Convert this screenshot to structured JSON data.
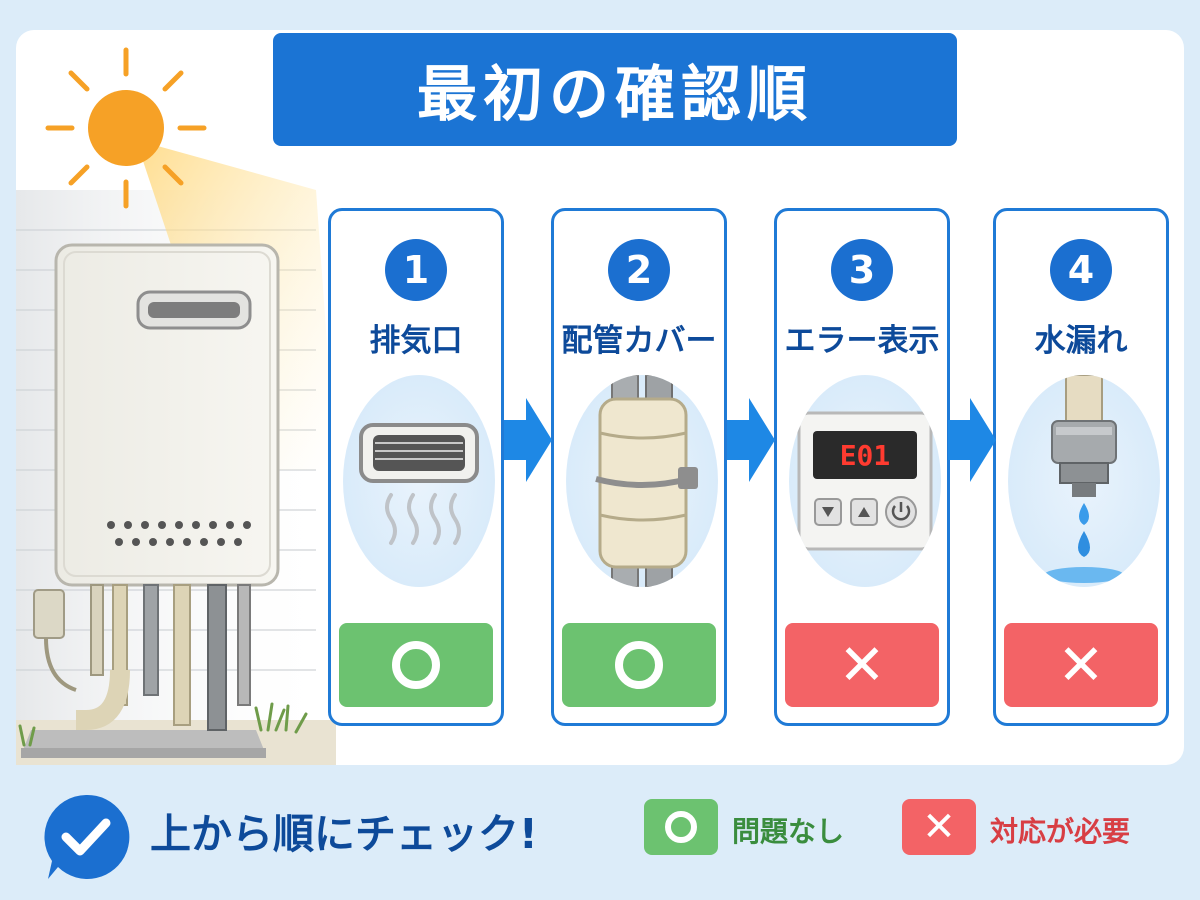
{
  "title": "最初の確認順",
  "steps": [
    {
      "number": "1",
      "label": "排気口",
      "status": "ok",
      "status_symbol": ""
    },
    {
      "number": "2",
      "label": "配管カバー",
      "status": "ok",
      "status_symbol": ""
    },
    {
      "number": "3",
      "label": "エラー表示",
      "status": "ng",
      "status_symbol": "✕",
      "display_code": "E01"
    },
    {
      "number": "4",
      "label": "水漏れ",
      "status": "ng",
      "status_symbol": "✕"
    }
  ],
  "footer": {
    "main_text": "上から順にチェック!",
    "legend_ok": "問題なし",
    "legend_ng_symbol": "✕",
    "legend_ng": "対応が必要"
  },
  "colors": {
    "primary_blue": "#1b74d4",
    "ok_green": "#6cc270",
    "ng_red": "#f36366",
    "background": "#dcecf9"
  },
  "icons": [
    "sun-icon",
    "water-heater-icon",
    "vent-icon",
    "pipe-cover-icon",
    "control-panel-icon",
    "faucet-drip-icon",
    "check-icon"
  ]
}
